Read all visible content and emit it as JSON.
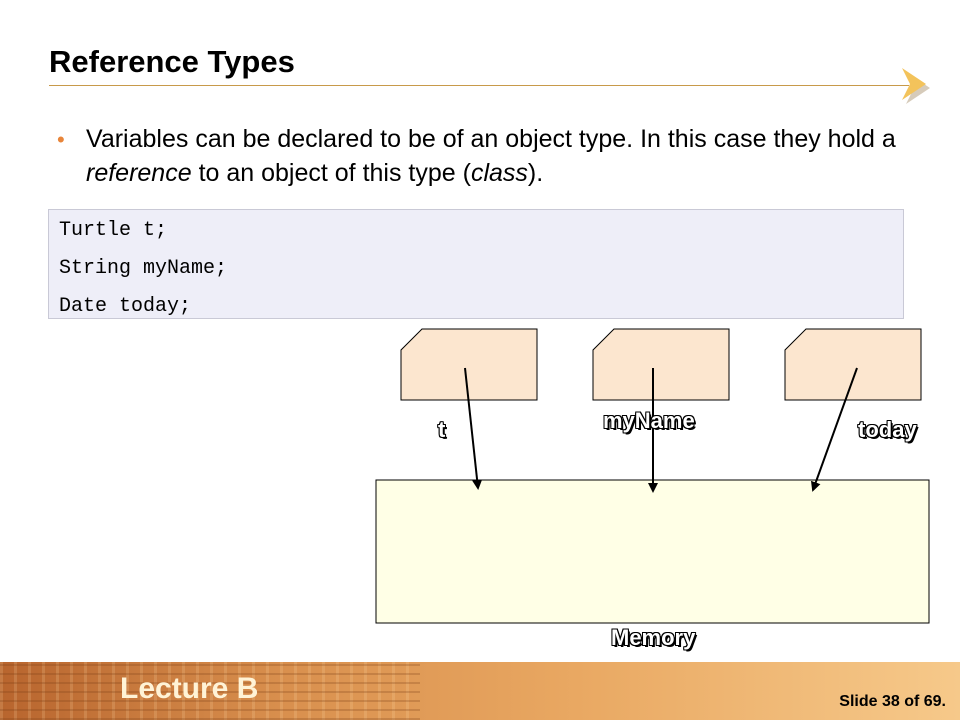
{
  "slide": {
    "title": "Reference Types",
    "bullet": {
      "part1": "Variables can be declared to be of an object type.  In this case they hold a ",
      "emph1": "reference",
      "part2": " to an object of this type (",
      "emph2": "class",
      "part3": ")."
    },
    "code_lines": [
      "Turtle t;",
      "String myName;",
      "Date today;"
    ]
  },
  "diagram": {
    "variables": [
      {
        "label": "t"
      },
      {
        "label": "myName"
      },
      {
        "label": "today"
      }
    ],
    "memory_label": "Memory",
    "box_fill": "#fce6cf",
    "memory_fill": "#ffffe6"
  },
  "footer": {
    "lecture": "Lecture B",
    "slide_number": "Slide 38 of 69."
  },
  "colors": {
    "accent": "#e8853a",
    "rule": "#c89a4a"
  }
}
